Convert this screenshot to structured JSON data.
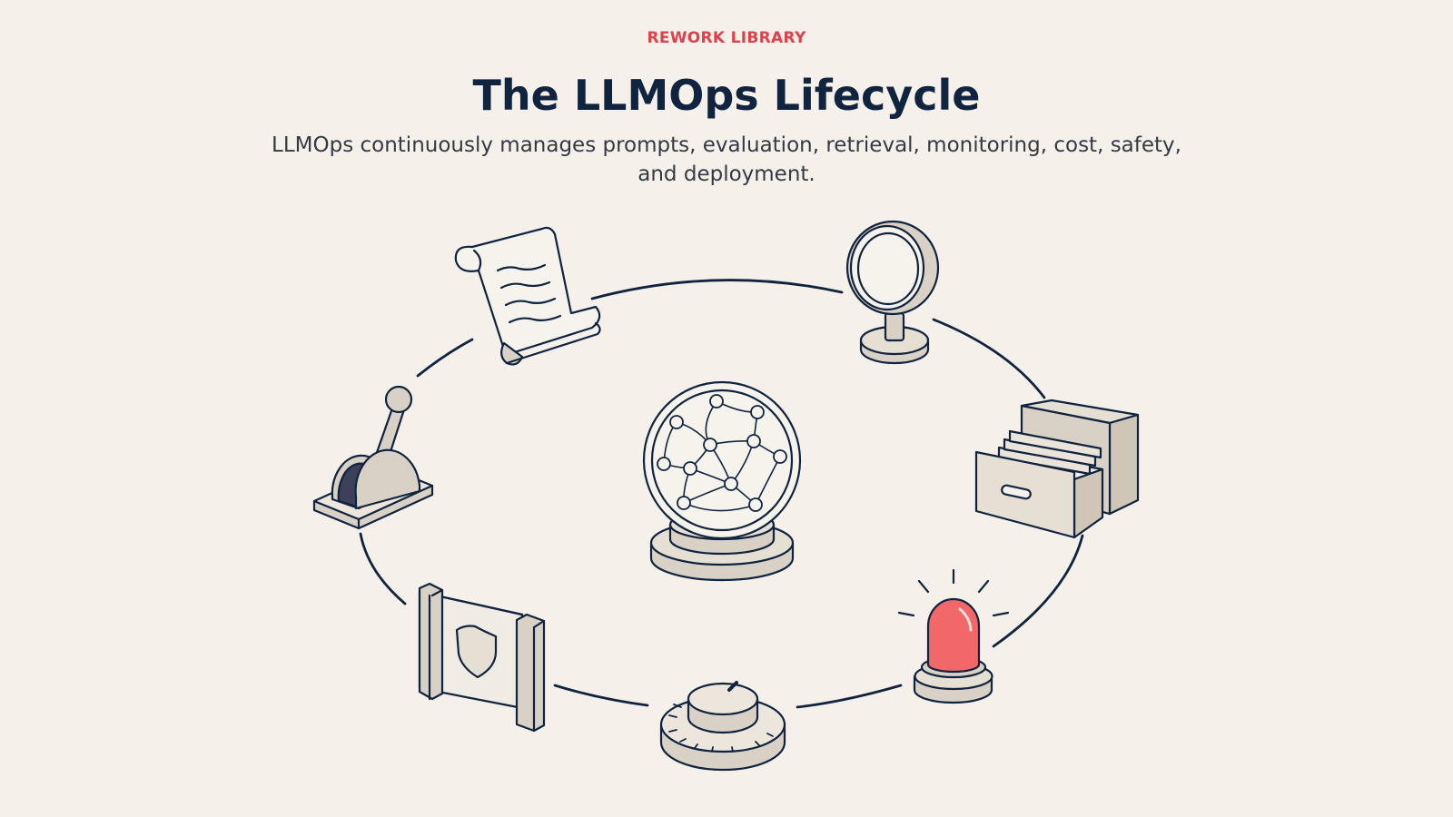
{
  "header": {
    "eyebrow": "REWORK LIBRARY",
    "title": "The LLMOps Lifecycle",
    "subtitle": "LLMOps continuously manages prompts, evaluation, retrieval, monitoring, cost, safety, and deployment."
  },
  "colors": {
    "background": "#f5f1ea",
    "accent": "#e0404a",
    "ink": "#11243f",
    "object_fill": "#d9d1c5",
    "alarm": "#f26767"
  },
  "icons": [
    "scroll-icon",
    "magnifier-icon",
    "file-cabinet-icon",
    "alarm-light-icon",
    "dial-icon",
    "shield-gate-icon",
    "lever-icon",
    "network-globe-icon"
  ]
}
